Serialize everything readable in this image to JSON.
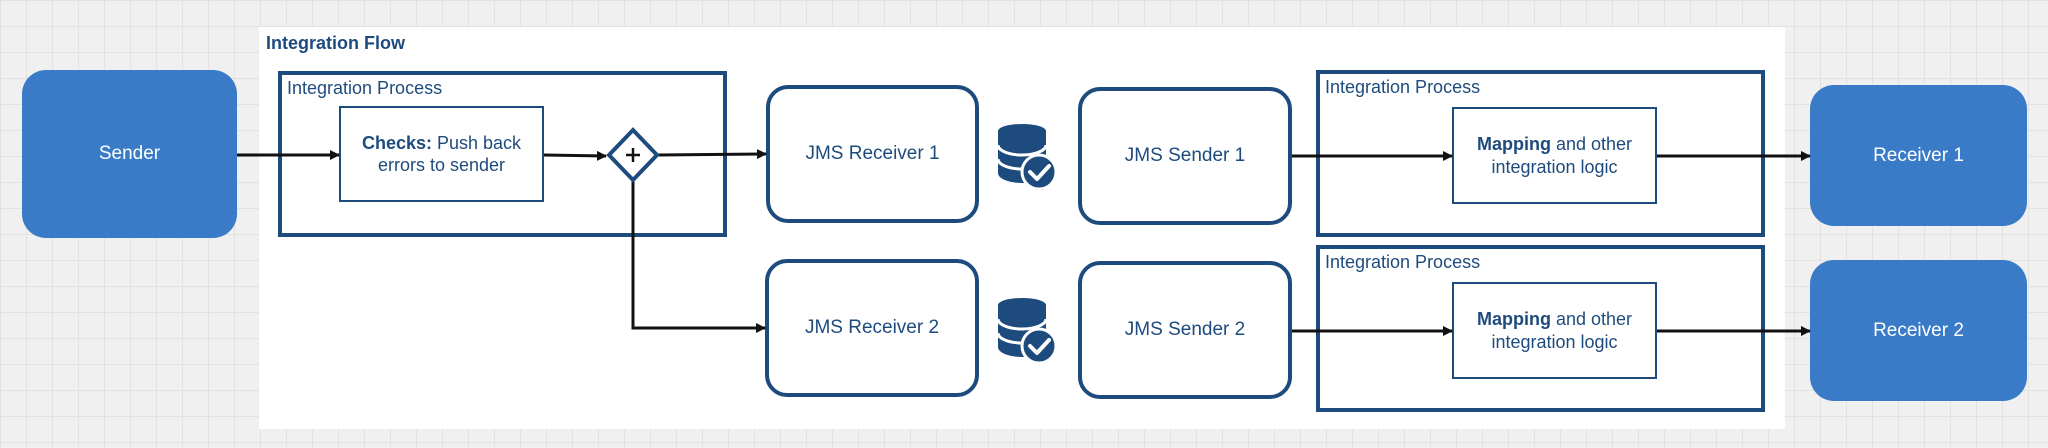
{
  "flow": {
    "title": "Integration Flow"
  },
  "participants": {
    "sender": "Sender",
    "receiver1": "Receiver 1",
    "receiver2": "Receiver 2"
  },
  "processes": {
    "main_label": "Integration Process",
    "upper_label": "Integration Process",
    "lower_label": "Integration Process"
  },
  "tasks": {
    "checks_bold": "Checks:",
    "checks_rest": " Push back errors to sender",
    "mapping1_bold": "Mapping",
    "mapping1_rest": " and other integration logic",
    "mapping2_bold": "Mapping",
    "mapping2_rest": " and other integration logic"
  },
  "jms": {
    "receiver1": "JMS Receiver 1",
    "receiver2": "JMS Receiver 2",
    "sender1": "JMS Sender 1",
    "sender2": "JMS Sender 2"
  },
  "colors": {
    "participant_fill": "#3a7bc8",
    "stroke": "#1e4b7d",
    "connector": "#111111"
  },
  "icons": {
    "gateway": "parallel-gateway-plus-icon",
    "datastore": "database-check-icon"
  }
}
